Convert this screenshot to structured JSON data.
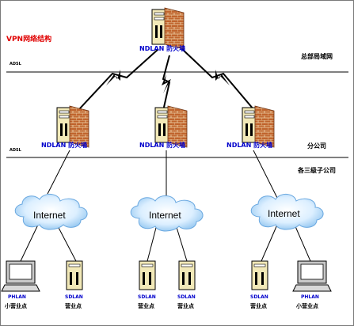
{
  "title": "VPN网络结构",
  "adsl_labels": [
    "ADSL",
    "ADSL"
  ],
  "zones": {
    "hq": "总部局域网",
    "branch": "分公司",
    "sublevel": "各三级子公司"
  },
  "firewall_label": "NDLAN 防火墙",
  "firewalls": [
    {
      "label": "NDLAN 防火墙"
    },
    {
      "label": "NDLAN 防火墙"
    },
    {
      "label": "NDLAN 防火墙"
    },
    {
      "label": "NDLAN 防火墙"
    }
  ],
  "internet_label": "Internet",
  "clouds": [
    {
      "label": "Internet"
    },
    {
      "label": "Internet"
    },
    {
      "label": "Internet"
    }
  ],
  "endpoints": [
    {
      "name": "PHLAN",
      "sub": "小营业点",
      "kind": "pc"
    },
    {
      "name": "SDLAN",
      "sub": "营业点",
      "kind": "server"
    },
    {
      "name": "SDLAN",
      "sub": "营业点",
      "kind": "server"
    },
    {
      "name": "SDLAN",
      "sub": "营业点",
      "kind": "server"
    },
    {
      "name": "SDLAN",
      "sub": "营业点",
      "kind": "server"
    },
    {
      "name": "PHLAN",
      "sub": "小营业点",
      "kind": "pc"
    }
  ],
  "icons": {
    "firewall": "firewall-brick-wall-icon",
    "server": "server-tower-icon",
    "pc": "desktop-computer-icon",
    "cloud": "internet-cloud-icon",
    "wan_link": "lightning-link-icon"
  },
  "colors": {
    "title": "#e00000",
    "device_label": "#0000cc",
    "brick": "#c0642d",
    "server_body": "#f2e9b8",
    "cloud": "#cfe8fa"
  }
}
